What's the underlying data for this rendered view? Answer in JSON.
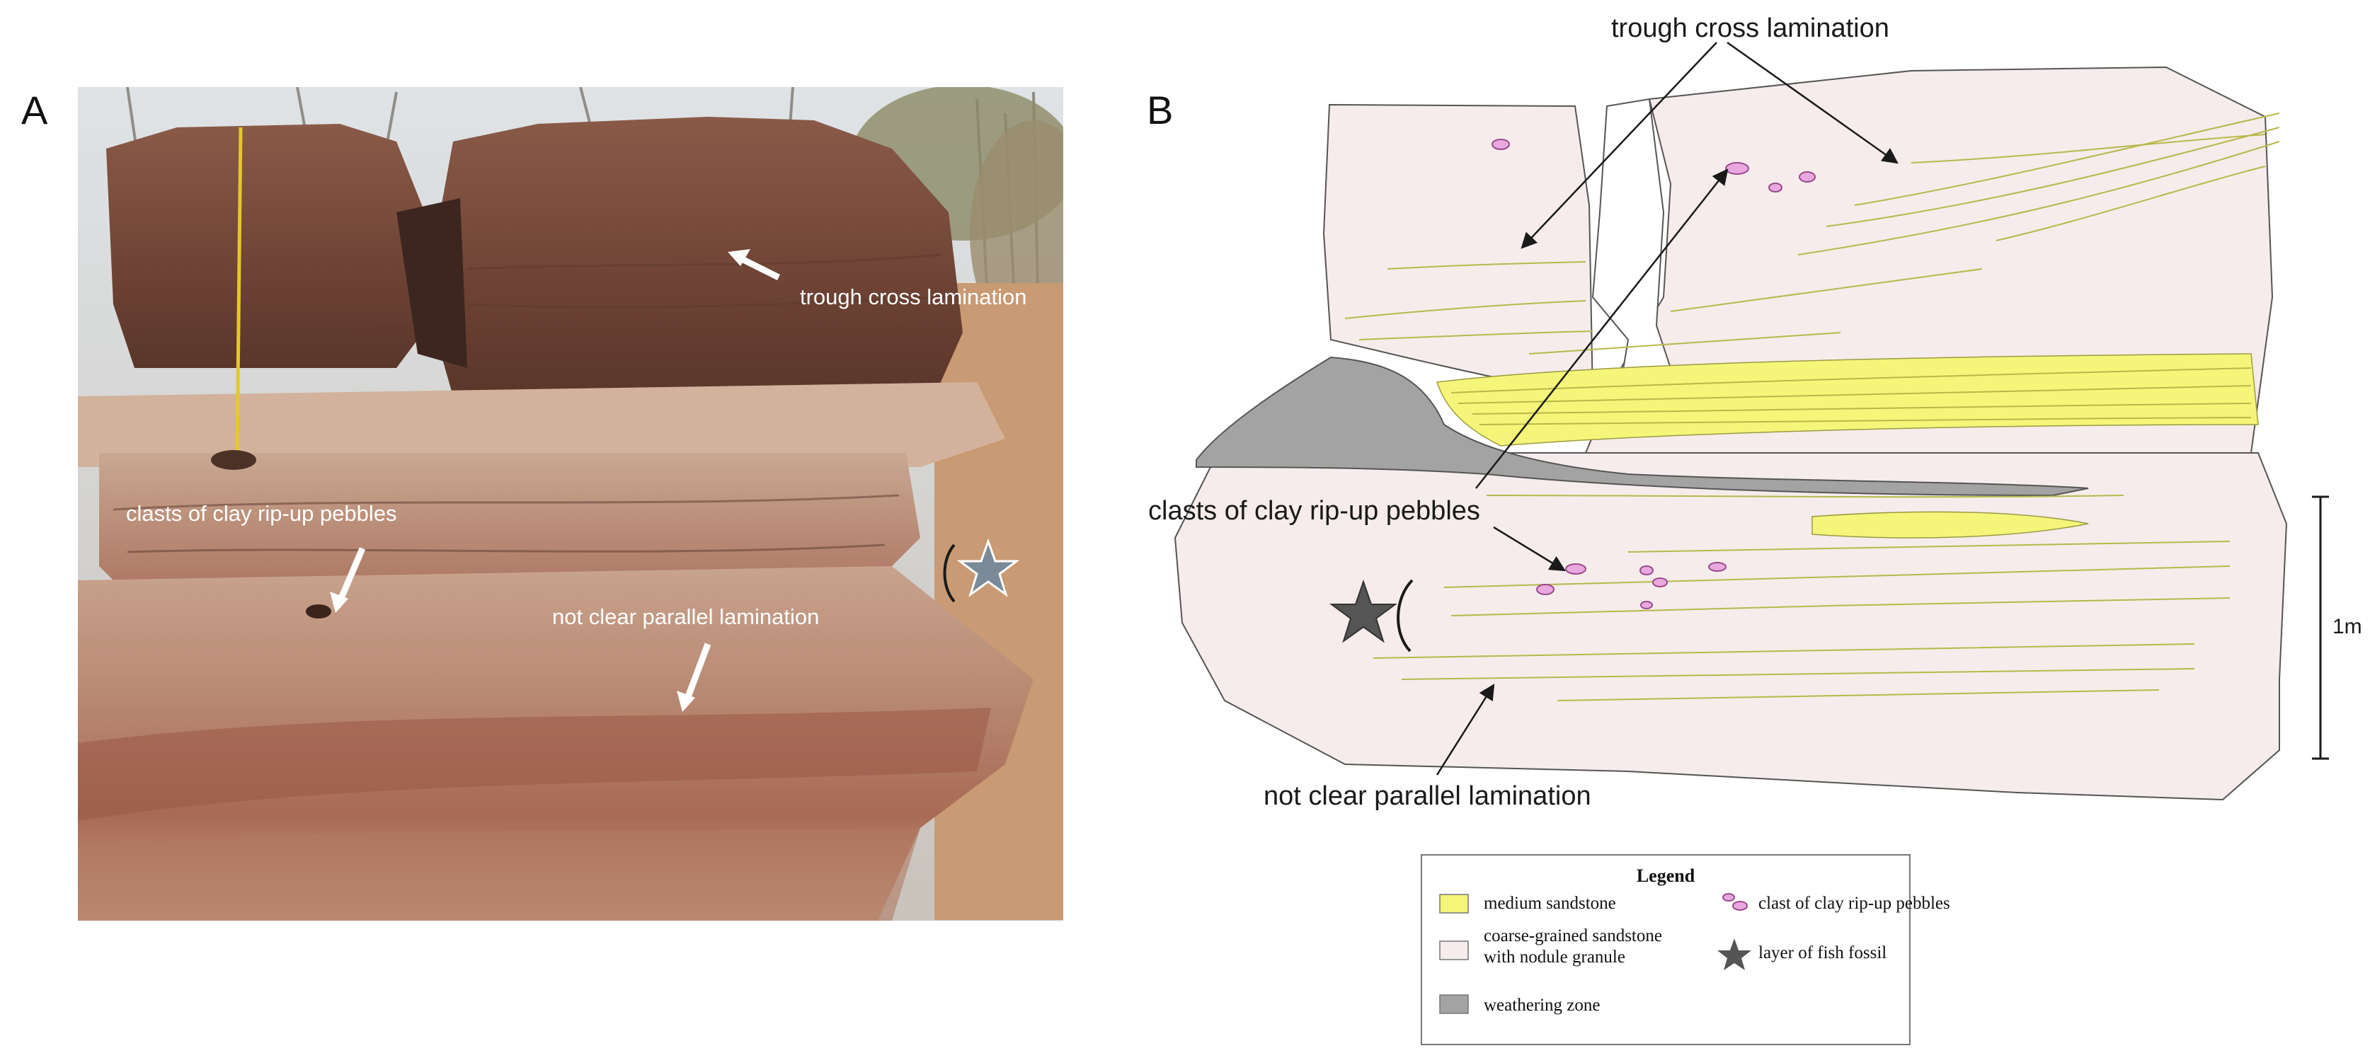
{
  "panels": {
    "a": {
      "letter": "A",
      "labels": {
        "trough": "trough cross lamination",
        "clasts": "clasts of clay rip-up pebbles",
        "parallel": "not clear parallel lamination"
      }
    },
    "b": {
      "letter": "B",
      "labels": {
        "trough": "trough cross lamination",
        "clasts": "clasts of clay rip-up pebbles",
        "parallel": "not clear parallel lamination"
      },
      "scale": "1m"
    }
  },
  "legend": {
    "title": "Legend",
    "items": [
      {
        "label": "medium sandstone",
        "swatch": "#f5f57a"
      },
      {
        "label": "coarse-grained sandstone",
        "label2": "with nodule granule",
        "swatch": "#f5eceb"
      },
      {
        "label": "weathering zone",
        "swatch": "#a3a3a3"
      },
      {
        "label": "clast of clay rip-up pebbles",
        "icon": "pebble-icon"
      },
      {
        "label": "layer of fish fossil",
        "icon": "star-icon"
      }
    ]
  },
  "colors": {
    "medium_sandstone": "#f5f57a",
    "coarse_sandstone": "#f5eceb",
    "weathering_zone": "#a3a3a3",
    "pebble": "#e9a9df",
    "star": "#555555"
  }
}
